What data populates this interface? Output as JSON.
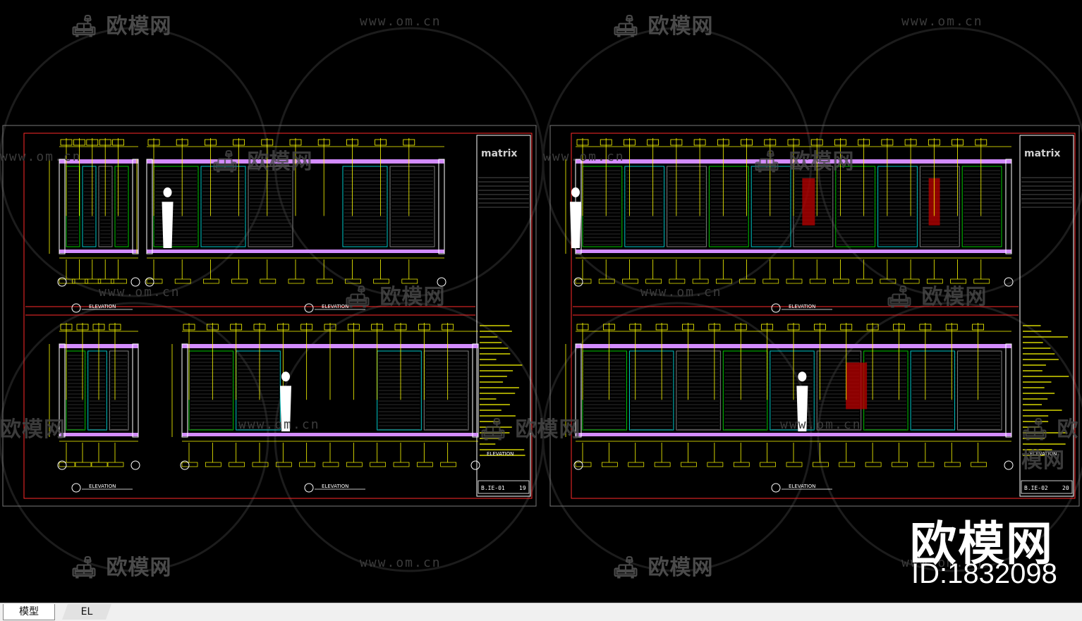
{
  "watermark": {
    "brand": "欧模网",
    "url": "www.om.cn",
    "big_brand": "欧模网",
    "id_text": "ID:1832098"
  },
  "layout_tabs": [
    "模型",
    "EL"
  ],
  "active_tab": "模型",
  "sheets": [
    {
      "logo": "matrix",
      "sheet_no": "B.IE-01",
      "page": "19",
      "elevation_labels": [
        "ELEVATION",
        "ELEVATION",
        "ELEVATION",
        "ELEVATION"
      ],
      "title_block_label": "ELEVATION"
    },
    {
      "logo": "matrix",
      "sheet_no": "B.IE-02",
      "page": "20",
      "elevation_labels": [
        "ELEVATION",
        "ELEVATION"
      ],
      "title_block_label": "ELEVATION"
    }
  ],
  "colors": {
    "background": "#000000",
    "frame_red": "#ff2a2a",
    "dim_yellow": "#ffff00",
    "wall_magenta": "#d38cff",
    "hatch_green": "#00c800",
    "cyan": "#00c8c8",
    "white": "#ffffff",
    "tabbar": "#f0f0f0"
  }
}
